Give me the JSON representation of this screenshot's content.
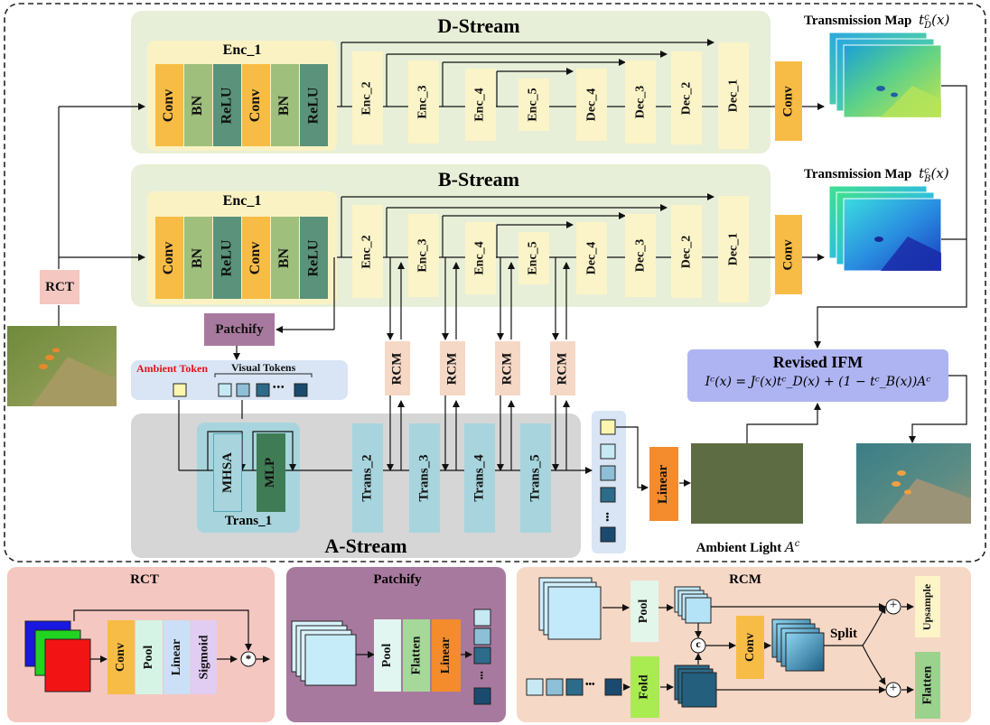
{
  "colors": {
    "stream_bg": "#e8efd8",
    "enc1_bg": "#fbf2c4",
    "conv": "#f7bc45",
    "bn": "#9fbf7d",
    "relu": "#5a927c",
    "encdec": "#fbf4c8",
    "rct": "#f4c7c0",
    "patchify": "#a8799e",
    "rcm": "#f6d8c6",
    "ifm": "#aeb4f2",
    "astream": "#d6d6d6",
    "trans": "#a8d5dd",
    "mlp": "#3f7c55",
    "linear": "#f48b2c",
    "ambient_light": "#5e6c44",
    "token_light": "#c6e9f4",
    "token_mid": "#8dbfd6",
    "token_dark": "#2d6b8a",
    "token_darkest": "#1a4a6e",
    "ambient_token": "#fdf6b0",
    "ambient_token_label": "#e0131a"
  },
  "d_stream": {
    "title": "D-Stream",
    "enc1_label": "Enc_1",
    "enc1_blocks": [
      "Conv",
      "BN",
      "ReLU",
      "Conv",
      "BN",
      "ReLU"
    ],
    "blocks": [
      "Enc_2",
      "Enc_3",
      "Enc_4",
      "Enc_5",
      "Dec_4",
      "Dec_3",
      "Dec_2",
      "Dec_1"
    ],
    "out_conv": "Conv",
    "map_label": "Transmission Map",
    "map_symbol": "t",
    "map_sup": "c",
    "map_sub": "D",
    "map_arg": "(x)"
  },
  "b_stream": {
    "title": "B-Stream",
    "enc1_label": "Enc_1",
    "enc1_blocks": [
      "Conv",
      "BN",
      "ReLU",
      "Conv",
      "BN",
      "ReLU"
    ],
    "blocks": [
      "Enc_2",
      "Enc_3",
      "Enc_4",
      "Enc_5",
      "Dec_4",
      "Dec_3",
      "Dec_2",
      "Dec_1"
    ],
    "out_conv": "Conv",
    "map_label": "Transmission Map",
    "map_symbol": "t",
    "map_sup": "c",
    "map_sub": "B",
    "map_arg": "(x)"
  },
  "rct_label": "RCT",
  "patchify_label": "Patchify",
  "rcm_labels": [
    "RCM",
    "RCM",
    "RCM",
    "RCM"
  ],
  "tokens": {
    "ambient_label": "Ambient Token",
    "visual_label": "Visual Tokens",
    "dots": "•••"
  },
  "a_stream": {
    "title": "A-Stream",
    "trans1_label": "Trans_1",
    "mhsa": "MHSA",
    "mlp": "MLP",
    "blocks": [
      "Trans_2",
      "Trans_3",
      "Trans_4",
      "Trans_5"
    ],
    "column_dots": "•••"
  },
  "linear_label": "Linear",
  "ambient_light": {
    "label": "Ambient Light",
    "symbol": "A",
    "sup": "c"
  },
  "ifm": {
    "title": "Revised IFM",
    "formula": "Iᶜ(x) = Jᶜ(x)tᶜ_D(x) + (1 − tᶜ_B(x))Aᶜ"
  },
  "legend_rct": {
    "title": "RCT",
    "blocks": [
      "Conv",
      "Pool",
      "Linear",
      "Sigmoid"
    ],
    "multiply": "*"
  },
  "legend_patchify": {
    "title": "Patchify",
    "blocks": [
      "Pool",
      "Flatten",
      "Linear"
    ],
    "dots": "•••"
  },
  "legend_rcm": {
    "title": "RCM",
    "pool": "Pool",
    "fold": "Fold",
    "concat": "c",
    "conv": "Conv",
    "split": "Split",
    "upsample": "Upsample",
    "flatten": "Flatten",
    "plus": "+",
    "dots": "•••"
  }
}
